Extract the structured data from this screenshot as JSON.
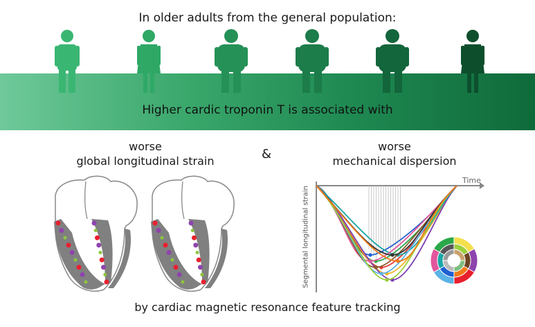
{
  "heading": "In older adults from the general population:",
  "band_text": "Higher cardic troponin T is associated with",
  "left_label": {
    "line1": "worse",
    "line2": "global longitudinal strain"
  },
  "ampersand": "&",
  "right_label": {
    "line1": "worse",
    "line2": "mechanical dispersion"
  },
  "footer": "by cardiac magnetic resonance feature tracking",
  "strain_plot": {
    "ylabel": "Segmental longitudinal strain",
    "xlabel": "Time"
  },
  "colors": {
    "band_light": "#6fc99a",
    "band_dark": "#0f6a3a",
    "person_1": "#3ab673",
    "person_2": "#2fa866",
    "person_3": "#259157",
    "person_4": "#1c7c4a",
    "person_5": "#13653b",
    "person_6": "#0d4f2d",
    "myocardium": "#808080",
    "marker_red": "#e8202e",
    "marker_purple": "#8e44ad",
    "marker_green": "#8dc63f"
  },
  "icons": [
    "person-icon",
    "heart-ventricle-icon",
    "bullseye-segment-icon"
  ]
}
